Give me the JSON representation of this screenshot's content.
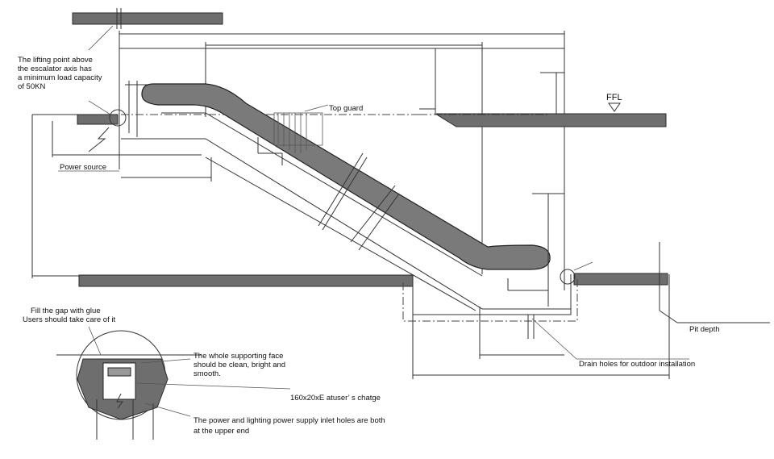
{
  "labels": {
    "lifting_point": [
      "The lifting point above",
      "the escalator axis has",
      "a minimum load capacity",
      "of 50KN"
    ],
    "power_source": "Power source",
    "top_guard": "Top guard",
    "ffl": "FFL",
    "pit_depth": "Pit depth",
    "drain_holes": "Drain holes for outdoor installation",
    "glue": [
      "Fill the gap with glue",
      "Users should take care of it"
    ],
    "supporting_face": [
      "The whole supporting face",
      "should be clean, bright and",
      "smooth."
    ],
    "steel": "160x20xE atuser’ s chatge",
    "inlet_holes": [
      "The power and lighting power supply inlet holes are both",
      "at the upper end"
    ]
  },
  "colors": {
    "truss": "#7a7a7a",
    "slab": "#6e6e6e",
    "line": "#333333"
  },
  "icons": [
    "ffl-level-triangle-icon",
    "lightning-power-icon"
  ]
}
